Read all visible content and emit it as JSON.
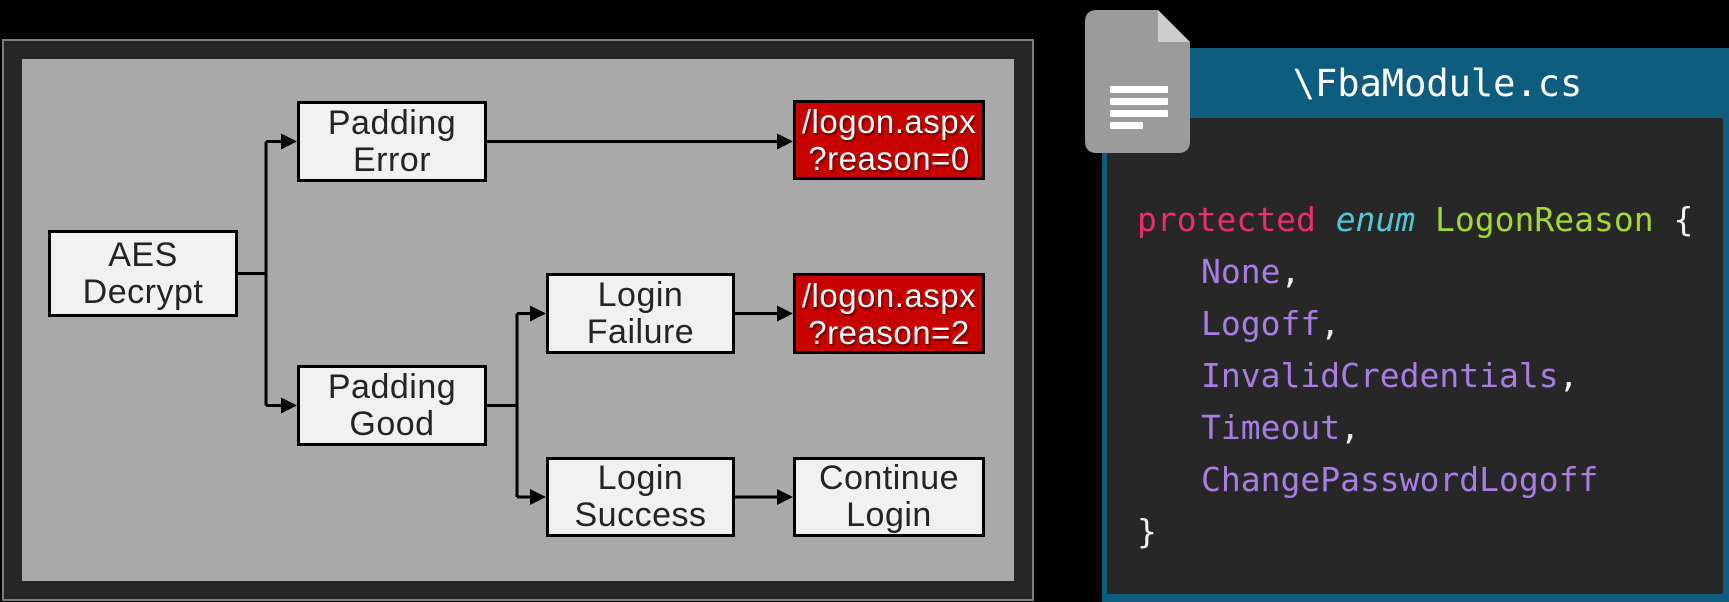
{
  "diagram": {
    "nodes": {
      "aes": "AES\nDecrypt",
      "padding_error": "Padding\nError",
      "padding_good": "Padding\nGood",
      "login_failure": "Login\nFailure",
      "login_success": "Login\nSuccess",
      "reason0": "/logon.aspx\n?reason=0",
      "reason2": "/logon.aspx\n?reason=2",
      "continue_login": "Continue\nLogin"
    }
  },
  "code": {
    "filename": "\\FbaModule.cs",
    "line1": {
      "keyword": "protected ",
      "type": "enum ",
      "name": "LogonReason ",
      "open_brace": "{"
    },
    "members": [
      {
        "name": "None",
        "sep": ","
      },
      {
        "name": "Logoff",
        "sep": ","
      },
      {
        "name": "InvalidCredentials",
        "sep": ","
      },
      {
        "name": "Timeout",
        "sep": ","
      },
      {
        "name": "ChangePasswordLogoff",
        "sep": ""
      }
    ],
    "close_brace": "}"
  },
  "colors": {
    "header_teal": "#0f5d7e",
    "code_background": "#272727",
    "keyword_pink": "#ef2a6e",
    "type_cyan": "#52c7d9",
    "class_green": "#a2d92f",
    "member_purple": "#a97de4",
    "alert_red": "#c80101",
    "panel_gray": "#a9a9a9",
    "frame_dark": "#262626"
  }
}
